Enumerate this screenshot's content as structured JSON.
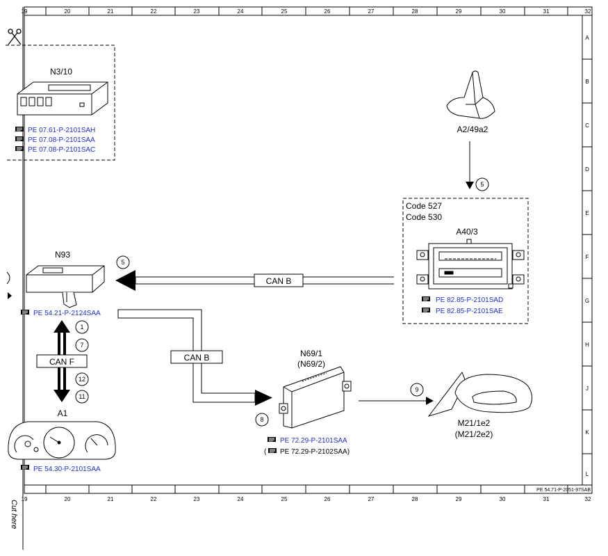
{
  "grid": {
    "columns": [
      "19",
      "20",
      "21",
      "22",
      "23",
      "24",
      "25",
      "26",
      "27",
      "28",
      "29",
      "30",
      "31",
      "32"
    ],
    "rows": [
      "A",
      "B",
      "C",
      "D",
      "E",
      "F",
      "G",
      "H",
      "J",
      "K",
      "L"
    ]
  },
  "cut_label": "Cut here",
  "drawing_ref": "PE 54.71-P-2051-97SAB",
  "components": {
    "n3_10": {
      "label": "N3/10",
      "refs": [
        "PE 07.61-P-2101SAH",
        "PE 07.08-P-2101SAA",
        "PE 07.08-P-2101SAC"
      ]
    },
    "a2_49a2": {
      "label": "A2/49a2"
    },
    "a40_3": {
      "code1": "Code 527",
      "code2": "Code 530",
      "label": "A40/3",
      "refs": [
        "PE 82.85-P-2101SAD",
        "PE 82.85-P-2101SAE"
      ]
    },
    "n93": {
      "label": "N93",
      "ref": "PE 54.21-P-2124SAA"
    },
    "a1": {
      "label": "A1",
      "ref": "PE 54.30-P-2101SAA"
    },
    "n69_1": {
      "label": "N69/1",
      "alt": "(N69/2)",
      "ref": "PE 72.29-P-2101SAA",
      "ref_alt": "PE 72.29-P-2102SAA)",
      "paren": "("
    },
    "m21": {
      "label": "M21/1e2",
      "alt": "(M21/2e2)"
    }
  },
  "buses": {
    "can_b_top": "CAN B",
    "can_b_mid": "CAN B",
    "can_f": "CAN F"
  },
  "markers": [
    "5",
    "5",
    "1",
    "7",
    "12",
    "11",
    "8",
    "9"
  ]
}
